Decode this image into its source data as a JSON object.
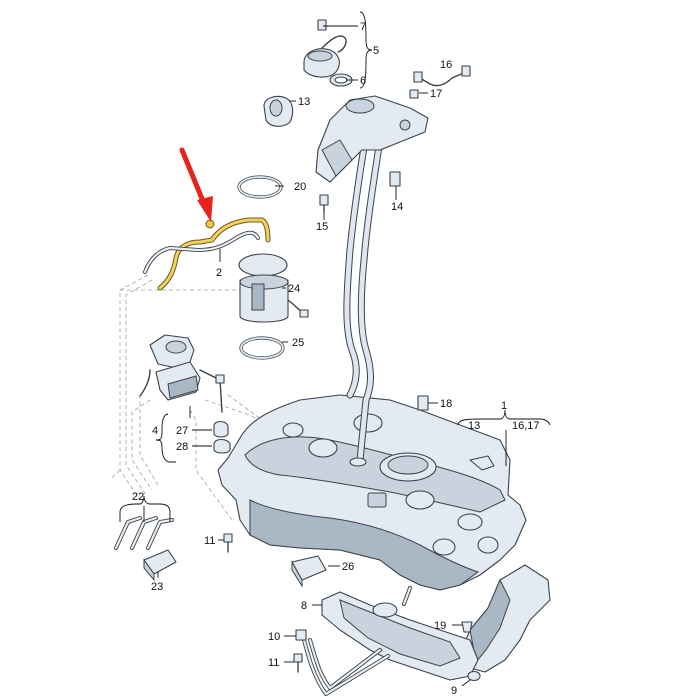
{
  "diagram": {
    "labels": {
      "l1": "1",
      "l2": "2",
      "l4": "4",
      "l5": "5",
      "l6": "6",
      "l7": "7",
      "l8": "8",
      "l9": "9",
      "l10": "10",
      "l11a": "11",
      "l11b": "11",
      "l13a": "13",
      "l13b": "13",
      "l14": "14",
      "l15": "15",
      "l16": "16",
      "l1617": "16,17",
      "l17": "17",
      "l18": "18",
      "l19": "19",
      "l20": "20",
      "l22": "22",
      "l23": "23",
      "l24": "24",
      "l25": "25",
      "l26": "26",
      "l27": "27",
      "l28": "28"
    },
    "colors": {
      "highlight_arrow": "#e8231b",
      "highlight_part": "#f2c744",
      "part_fill": "#e3eaf1",
      "outline": "#3d434a"
    }
  }
}
